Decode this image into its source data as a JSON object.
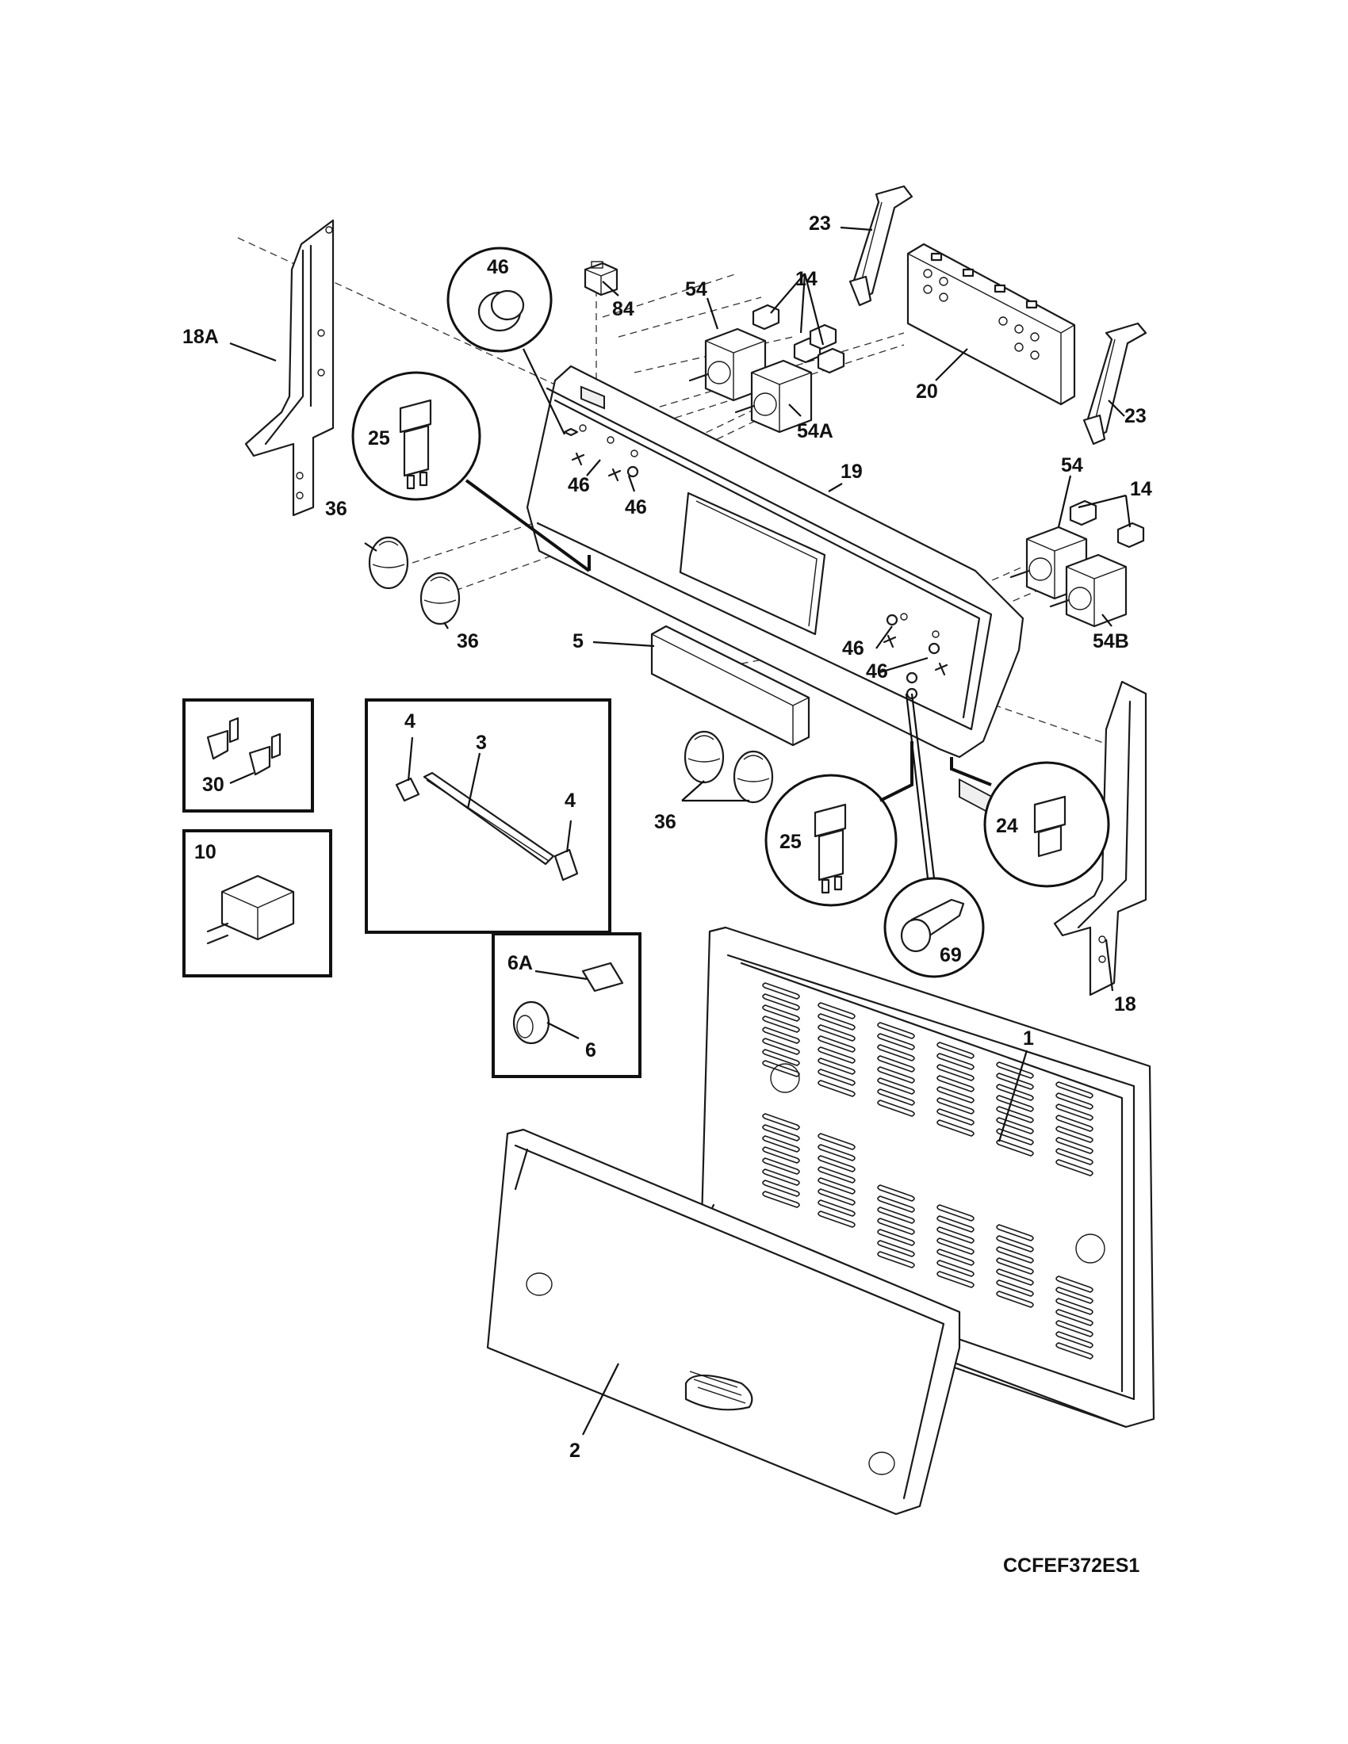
{
  "diagram_code": "CCFEF372ES1",
  "labels": {
    "l_46_circle": "46",
    "l_84": "84",
    "l_54_top": "54",
    "l_14_top": "14",
    "l_23_top": "23",
    "l_18a": "18A",
    "l_25_left": "25",
    "l_54a": "54A",
    "l_20": "20",
    "l_23_right": "23",
    "l_19": "19",
    "l_46_a": "46",
    "l_46_b": "46",
    "l_36_a": "36",
    "l_36_b": "36",
    "l_54_right": "54",
    "l_14_right": "14",
    "l_54b": "54B",
    "l_5": "5",
    "l_46_c": "46",
    "l_46_d": "46",
    "l_4_a": "4",
    "l_3": "3",
    "l_4_b": "4",
    "l_30": "30",
    "l_10": "10",
    "l_36_c": "36",
    "l_25_right": "25",
    "l_24": "24",
    "l_69": "69",
    "l_18": "18",
    "l_6a": "6A",
    "l_6": "6",
    "l_1": "1",
    "l_2": "2"
  }
}
